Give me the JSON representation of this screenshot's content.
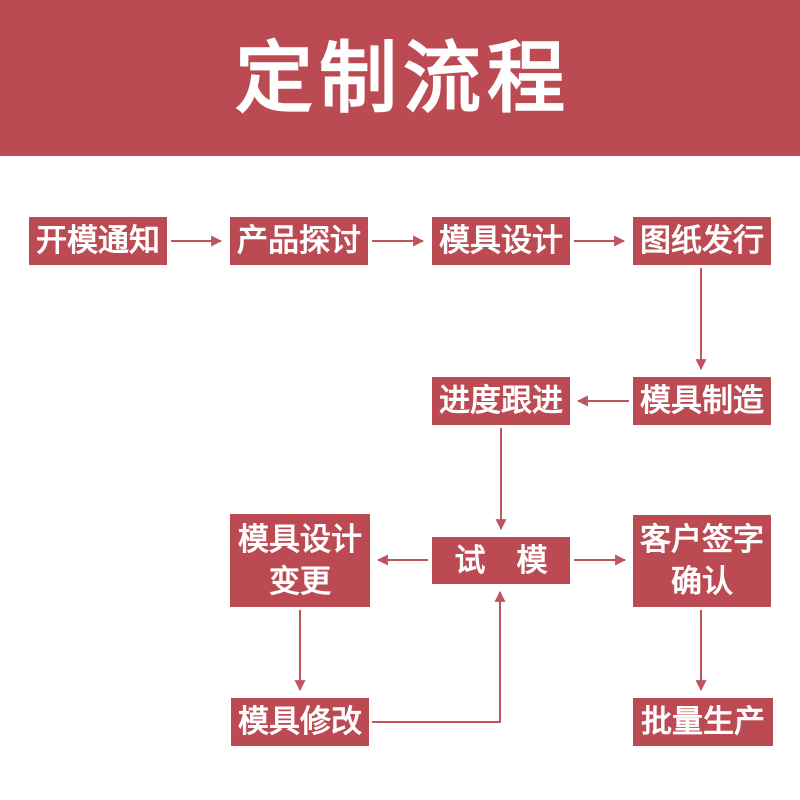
{
  "title": "定制流程",
  "colors": {
    "primary": "#bc4a53",
    "arrow": "#c0545c",
    "text_on_primary": "#ffffff",
    "background": "#ffffff"
  },
  "flow": {
    "nodes": [
      {
        "id": "mold-opening-notice",
        "label": "开模通知"
      },
      {
        "id": "product-discussion",
        "label": "产品探讨"
      },
      {
        "id": "mold-design",
        "label": "模具设计"
      },
      {
        "id": "drawing-release",
        "label": "图纸发行"
      },
      {
        "id": "mold-manufacturing",
        "label": "模具制造"
      },
      {
        "id": "progress-tracking",
        "label": "进度跟进"
      },
      {
        "id": "mold-trial",
        "label": "试　模"
      },
      {
        "id": "mold-design-change",
        "label": "模具设计\n变更"
      },
      {
        "id": "customer-sign-off",
        "label": "客户签字\n确认"
      },
      {
        "id": "mold-modification",
        "label": "模具修改"
      },
      {
        "id": "mass-production",
        "label": "批量生产"
      }
    ],
    "connections": [
      {
        "from": "mold-opening-notice",
        "to": "product-discussion"
      },
      {
        "from": "product-discussion",
        "to": "mold-design"
      },
      {
        "from": "mold-design",
        "to": "drawing-release"
      },
      {
        "from": "drawing-release",
        "to": "mold-manufacturing"
      },
      {
        "from": "mold-manufacturing",
        "to": "progress-tracking"
      },
      {
        "from": "progress-tracking",
        "to": "mold-trial"
      },
      {
        "from": "mold-trial",
        "to": "mold-design-change"
      },
      {
        "from": "mold-trial",
        "to": "customer-sign-off"
      },
      {
        "from": "mold-design-change",
        "to": "mold-modification"
      },
      {
        "from": "mold-modification",
        "to": "mold-trial"
      },
      {
        "from": "customer-sign-off",
        "to": "mass-production"
      }
    ]
  }
}
